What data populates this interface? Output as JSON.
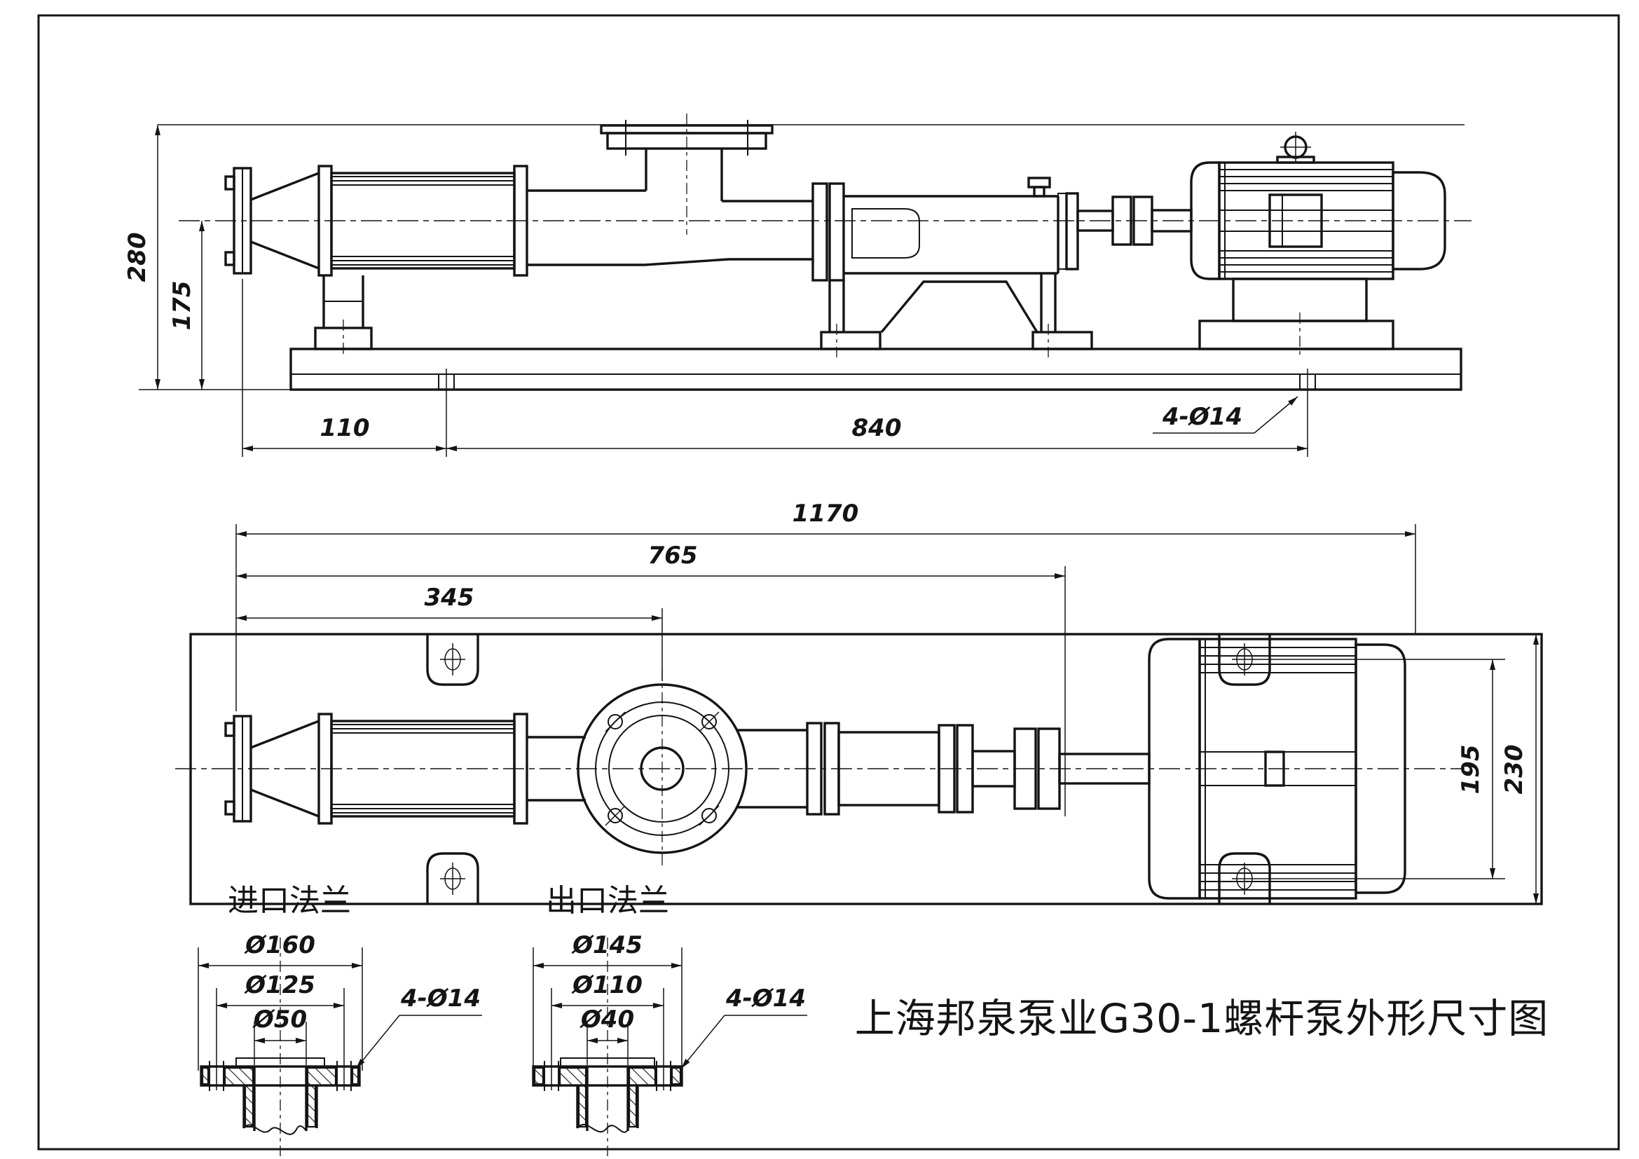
{
  "title": "上海邦泉泵业G30-1螺杆泵外形尺寸图",
  "side_view": {
    "dim_overall_height": "280",
    "dim_axis_height": "175",
    "dim_hole_offset": "110",
    "dim_hole_spacing": "840",
    "base_holes": "4-Ø14"
  },
  "plan_view": {
    "dim_overall_length": "1170",
    "dim_to_coupling": "765",
    "dim_to_discharge_flange": "345",
    "dim_hole_span": "195",
    "dim_base_width": "230"
  },
  "inlet_flange": {
    "label": "进口法兰",
    "dim_outer_diameter": "Ø160",
    "dim_bolt_circle": "Ø125",
    "dim_bore": "Ø50",
    "bolt_holes": "4-Ø14"
  },
  "outlet_flange": {
    "label": "出口法兰",
    "dim_outer_diameter": "Ø145",
    "dim_bolt_circle": "Ø110",
    "dim_bore": "Ø40",
    "bolt_holes": "4-Ø14"
  }
}
